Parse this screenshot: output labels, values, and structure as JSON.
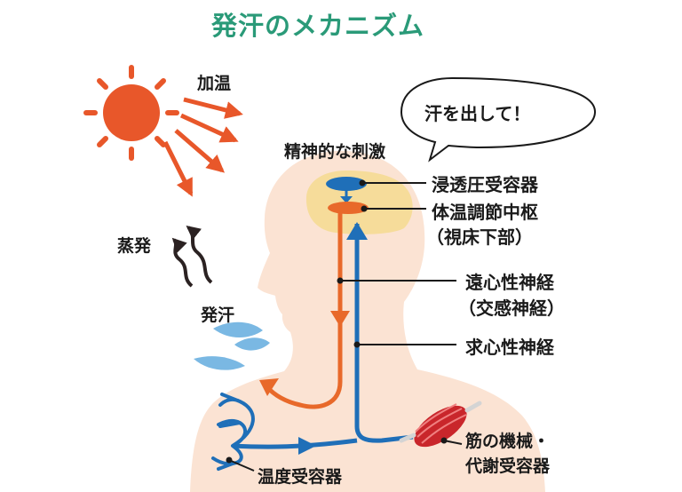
{
  "title": "発汗のメカニズム",
  "labels": {
    "warming": "加温",
    "mental_stimulus": "精神的な刺激",
    "speech_bubble": "汗を出して！",
    "osmoreceptor": "浸透圧受容器",
    "thermo_center_line1": "体温調節中枢",
    "thermo_center_line2": "（視床下部）",
    "efferent_line1": "遠心性神経",
    "efferent_line2": "（交感神経）",
    "afferent": "求心性神経",
    "evaporation": "蒸発",
    "sweating": "発汗",
    "thermoreceptor": "温度受容器",
    "muscle_line1": "筋の機械・",
    "muscle_line2": "代謝受容器"
  },
  "colors": {
    "title": "#2a9a78",
    "sun": "#e8572a",
    "efferent_nerve": "#e8692a",
    "afferent_nerve": "#1f6fb8",
    "skin": "#fbe3d3",
    "brain": "#f6dc9a",
    "sweat": "#7ab8e3"
  }
}
